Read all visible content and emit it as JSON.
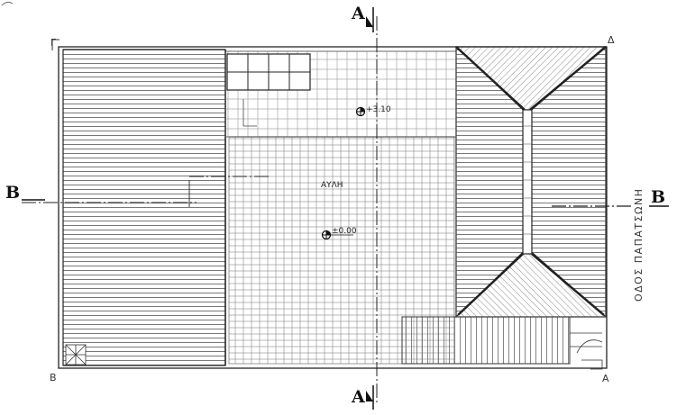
{
  "section_markers": {
    "a_top": "A",
    "a_bottom": "A",
    "b_left": "B",
    "b_right": "B"
  },
  "corners": {
    "top_left": "Γ",
    "top_right": "Δ",
    "bottom_left": "B",
    "bottom_right": "A"
  },
  "courtyard_label": "ΑΥΛΗ",
  "elevations": {
    "upper": "+3.10",
    "center": "±0.00"
  },
  "street_label": "ΟΔΟΣ ΠΑΠΑΤΣΩΝΗ"
}
